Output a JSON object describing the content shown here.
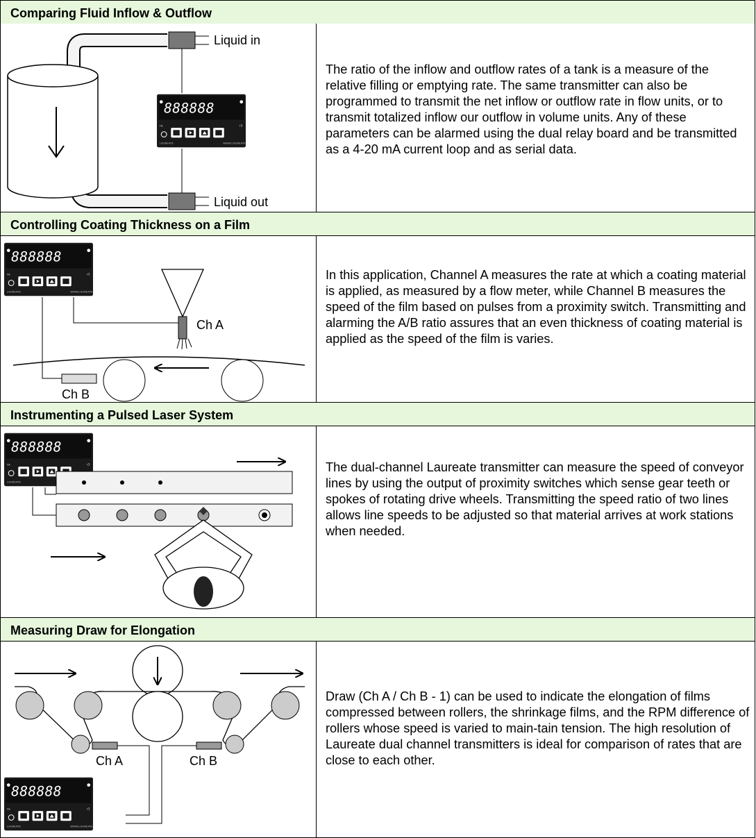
{
  "sections": [
    {
      "title": "Comparing Fluid Inflow & Outflow",
      "labels": [
        "Liquid in",
        "Liquid out"
      ],
      "text": "The ratio of the inflow and outflow rates of a tank is a measure of the relative filling or emptying rate. The same transmitter can also be programmed to transmit the net inflow or outflow rate in flow units, or to transmit totalized inflow our outflow in volume units. Any of these parameters can be alarmed using the dual relay board and be transmitted as a 4-20 mA current loop and as serial data."
    },
    {
      "title": "Controlling Coating Thickness on a Film",
      "labels": [
        "Ch A",
        "Ch B"
      ],
      "text": "In this application, Channel A measures the rate at which a coating material is applied, as measured by a flow meter, while Channel B measures the speed of the film based on pulses from a proximity switch. Transmitting and alarming the A/B ratio assures that an even thickness of coating material is applied as the speed of the film is varies."
    },
    {
      "title": "Instrumenting a Pulsed Laser System",
      "labels": [],
      "text": "The dual-channel Laureate transmitter can measure the speed of conveyor lines by using the output of proximity switches which sense gear teeth or spokes of rotating drive wheels. Transmitting the speed ratio of two lines allows line speeds to be adjusted so that material arrives at work stations when needed."
    },
    {
      "title": "Measuring Draw for Elongation",
      "labels": [
        "Ch A",
        "Ch B"
      ],
      "text": "Draw (Ch A / Ch B - 1) can be used to indicate the elongation of films compressed between rollers, the shrinkage films, and the RPM difference of rollers whose speed is varied to main-tain tension. The high resolution of Laureate dual channel transmitters is ideal for comparison of rates that are close to each other."
    }
  ],
  "display_reading": "888888",
  "colors": {
    "header_bg": "#e6f7dc",
    "border": "#000000",
    "meter_body": "#1a1a1a"
  }
}
